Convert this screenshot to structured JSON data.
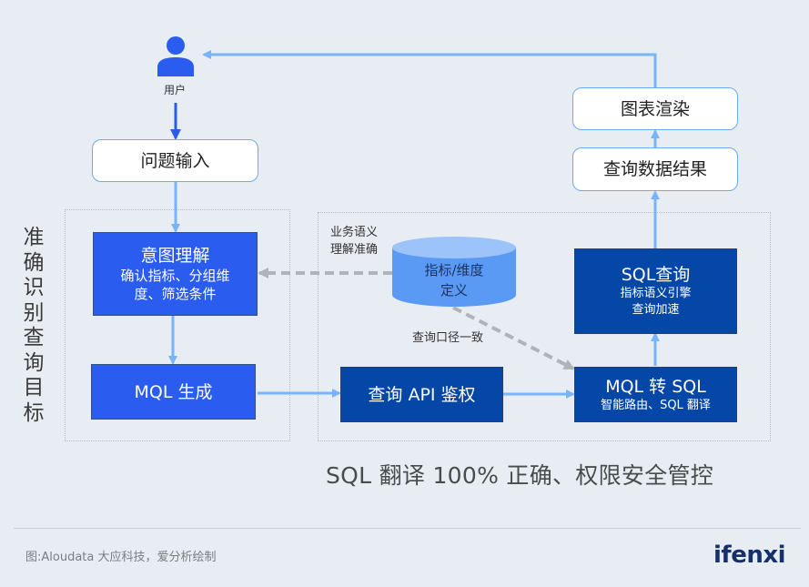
{
  "user": {
    "icon": "user-icon",
    "label": "用户"
  },
  "side_title": "准确识别查询目标",
  "nodes": {
    "question_input": "问题输入",
    "intent": {
      "title": "意图理解",
      "desc_1": "确认指标、分组维",
      "desc_2": "度、筛选条件"
    },
    "mql_gen": "MQL 生成",
    "metric_def": {
      "line1": "指标/维度",
      "line2": "定义"
    },
    "query_api": "查询 API 鉴权",
    "mql_to_sql": {
      "title": "MQL 转 SQL",
      "desc": "智能路由、SQL 翻译"
    },
    "sql_query": {
      "title": "SQL查询",
      "desc_1": "指标语义引擎",
      "desc_2": "查询加速"
    },
    "query_result": "查询数据结果",
    "chart_render": "图表渲染"
  },
  "annotations": {
    "business_semantic_1": "业务语义",
    "business_semantic_2": "理解准确",
    "consistent_caliber": "查询口径一致"
  },
  "tagline": "SQL 翻译 100% 正确、权限安全管控",
  "footer": {
    "caption": "图:Aloudata 大应科技，爱分析绘制",
    "logo": "ifenxi"
  },
  "colors": {
    "background": "#e8edf4",
    "primary_blue": "#2a5cf0",
    "navy": "#0547a7",
    "arrow_light_blue": "#7ab4f8",
    "arrow_dark_blue": "#2b5ce6",
    "dashed_gray": "#b0b3b8",
    "cylinder": "#5a9af5"
  }
}
